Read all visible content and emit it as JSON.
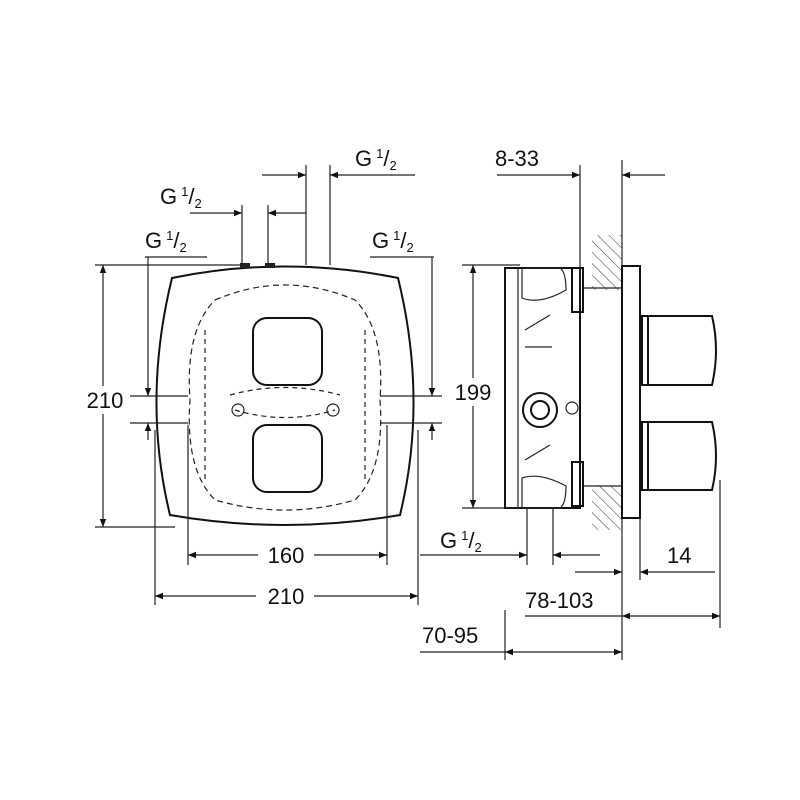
{
  "dimensions": {
    "height_front": "210",
    "height_body": "199",
    "width_inner": "160",
    "width_front": "210",
    "wall_range": "8-33",
    "plate_depth": "14",
    "total_depth": "78-103",
    "body_depth": "70-95"
  },
  "thread_label": {
    "prefix": "G",
    "num": "1",
    "den": "2"
  }
}
